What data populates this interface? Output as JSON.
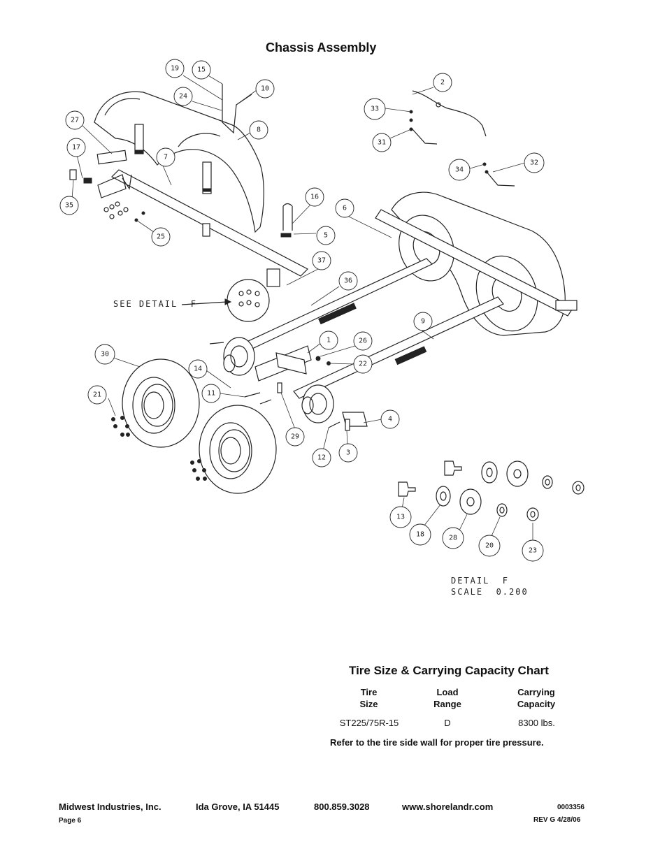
{
  "title": "Chassis Assembly",
  "diagram": {
    "parts": [
      {
        "num": "19"
      },
      {
        "num": "15"
      },
      {
        "num": "10"
      },
      {
        "num": "24"
      },
      {
        "num": "8"
      },
      {
        "num": "27"
      },
      {
        "num": "17"
      },
      {
        "num": "7"
      },
      {
        "num": "35"
      },
      {
        "num": "25"
      },
      {
        "num": "16"
      },
      {
        "num": "5"
      },
      {
        "num": "6"
      },
      {
        "num": "37"
      },
      {
        "num": "36"
      },
      {
        "num": "2"
      },
      {
        "num": "33"
      },
      {
        "num": "31"
      },
      {
        "num": "34"
      },
      {
        "num": "32"
      },
      {
        "num": "9"
      },
      {
        "num": "1"
      },
      {
        "num": "26"
      },
      {
        "num": "22"
      },
      {
        "num": "30"
      },
      {
        "num": "14"
      },
      {
        "num": "21"
      },
      {
        "num": "11"
      },
      {
        "num": "29"
      },
      {
        "num": "4"
      },
      {
        "num": "3"
      },
      {
        "num": "12"
      },
      {
        "num": "13"
      },
      {
        "num": "18"
      },
      {
        "num": "28"
      },
      {
        "num": "20"
      },
      {
        "num": "23"
      }
    ],
    "see_detail": "SEE DETAIL  F",
    "detail_label": "DETAIL  F",
    "detail_scale": "SCALE  0.200"
  },
  "tire_chart": {
    "title": "Tire Size & Carrying Capacity Chart",
    "headers": [
      {
        "line1": "Tire",
        "line2": "Size"
      },
      {
        "line1": "Load",
        "line2": "Range"
      },
      {
        "line1": "Carrying",
        "line2": "Capacity"
      }
    ],
    "rows": [
      {
        "size": "ST225/75R-15",
        "range": "D",
        "capacity": "8300 lbs."
      }
    ],
    "note": "Refer to the tire side wall for proper tire pressure."
  },
  "footer": {
    "company": "Midwest Industries, Inc.",
    "location": "Ida Grove, IA  51445",
    "phone": "800.859.3028",
    "website": "www.shorelandr.com",
    "doc_number": "0003356",
    "page": "Page 6",
    "revision": "REV G  4/28/06"
  }
}
